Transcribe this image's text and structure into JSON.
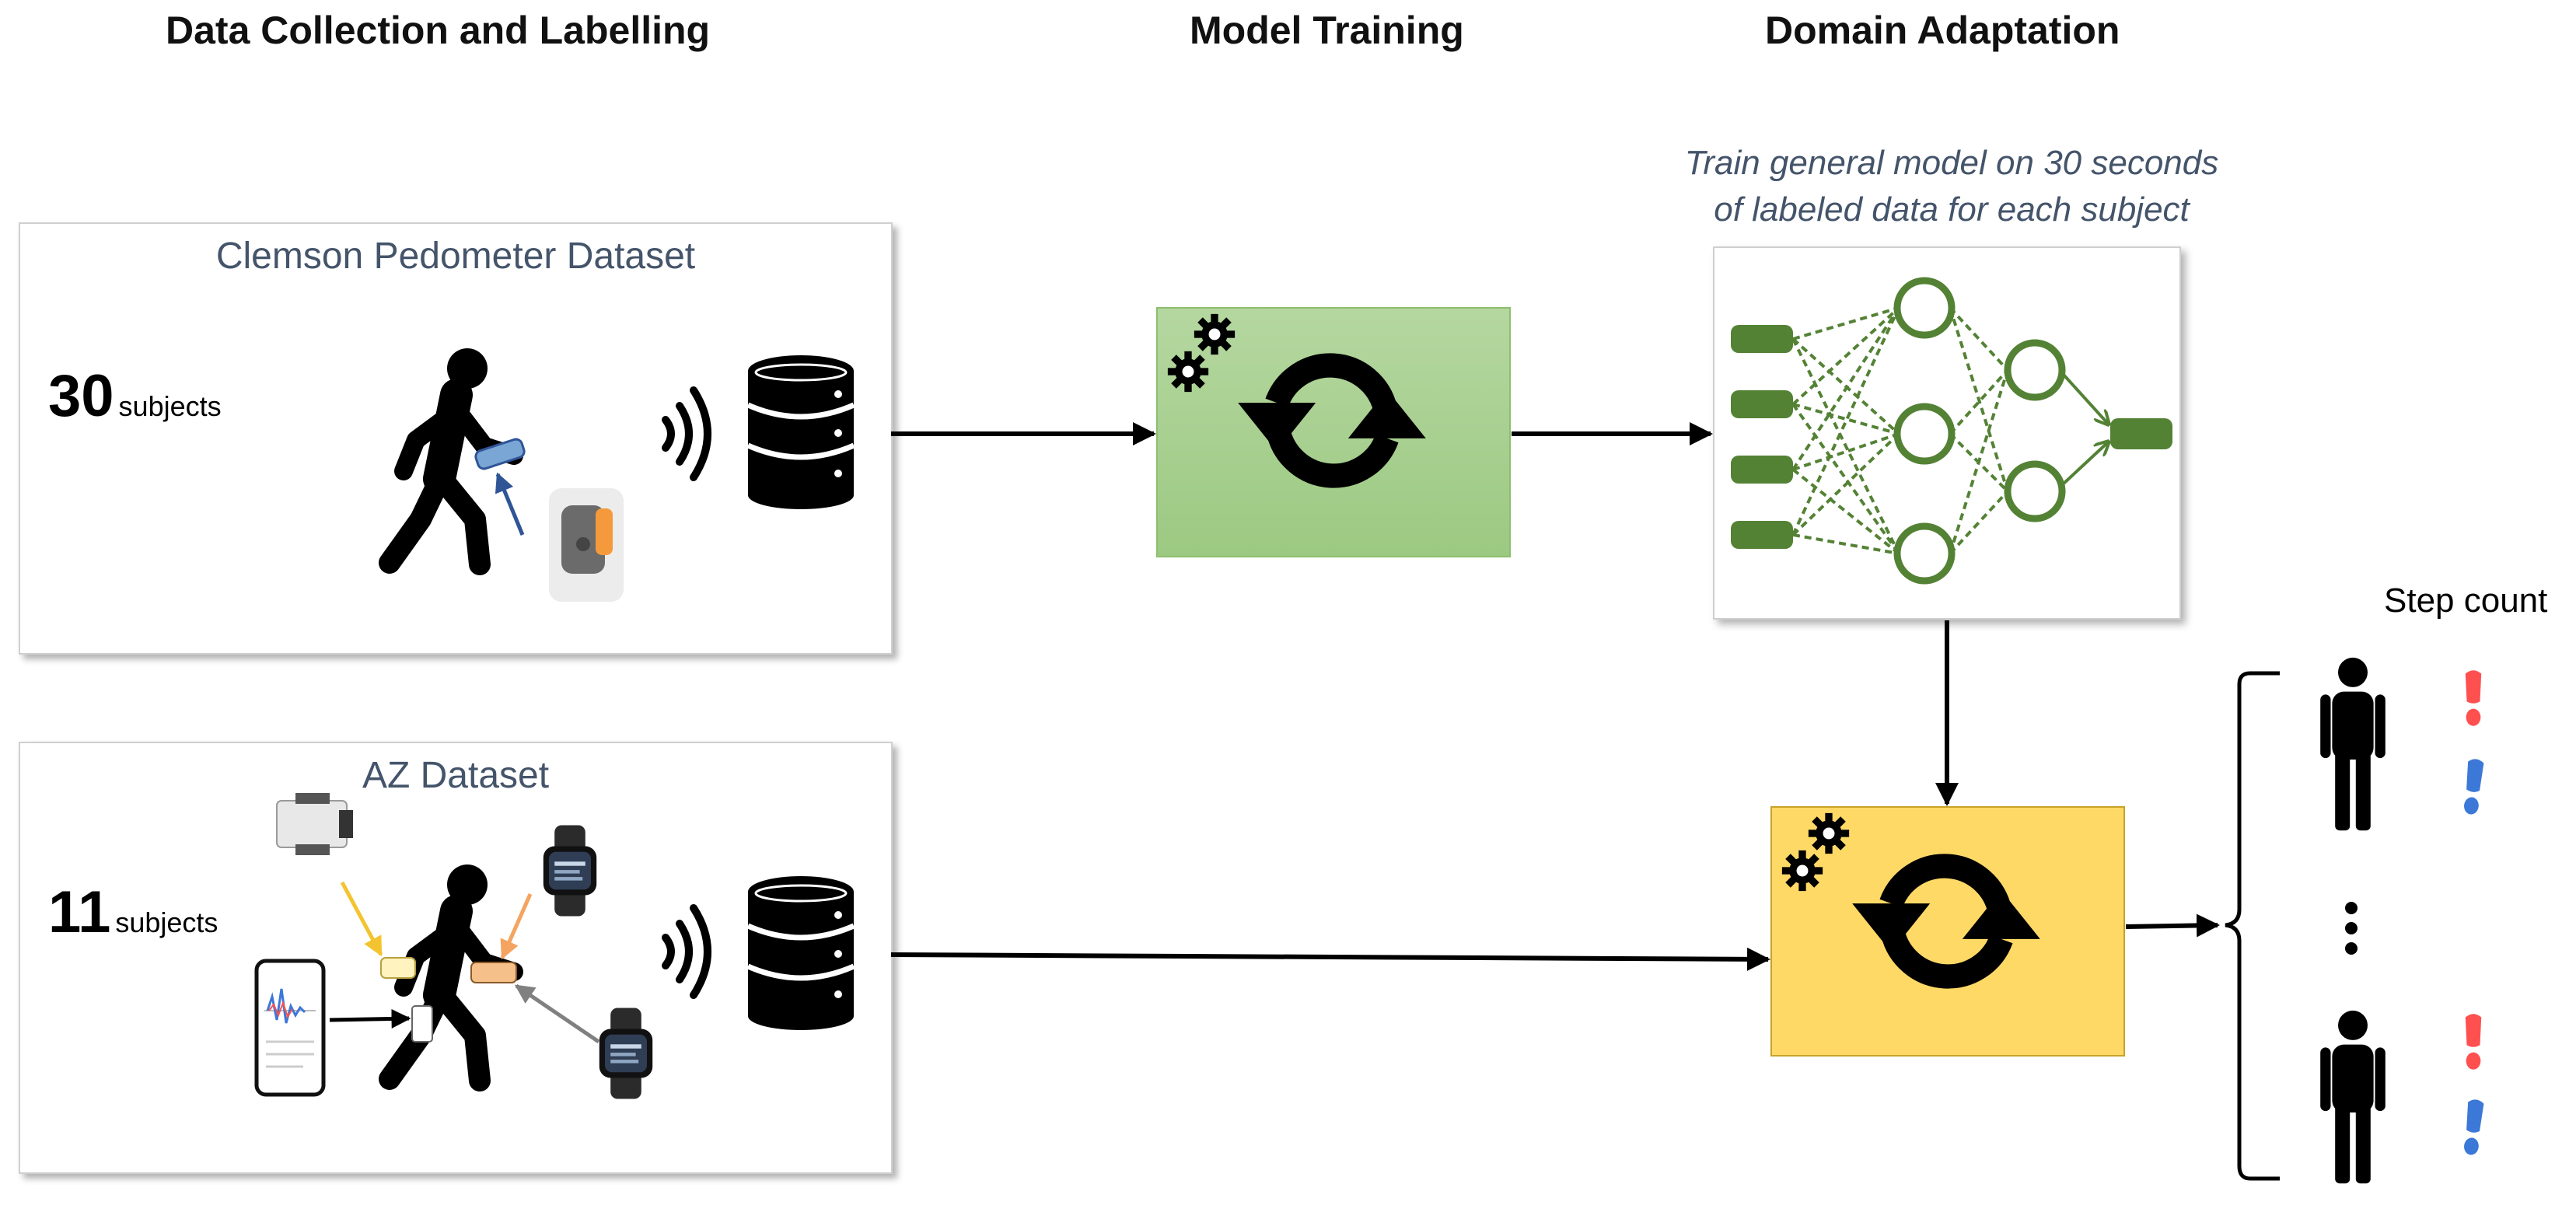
{
  "headings": {
    "data_collection": "Data Collection and Labelling",
    "model_training": "Model Training",
    "domain_adaptation": "Domain Adaptation"
  },
  "datasets": [
    {
      "title": "Clemson Pedometer Dataset",
      "count": "30",
      "unit": "subjects"
    },
    {
      "title": "AZ Dataset",
      "count": "11",
      "unit": "subjects"
    }
  ],
  "adaptation_caption": {
    "line1": "Train general model on 30 seconds",
    "line2": "of labeled data for each subject"
  },
  "output": {
    "label": "Step count"
  },
  "colors": {
    "panel_title": "#44546a",
    "training_box": "#a9d18e",
    "adaptation_box": "#ffd966",
    "network_green": "#548235",
    "footprint_red": "#ff5050",
    "footprint_blue": "#3c78d8",
    "arrow": "#000000"
  },
  "icons": [
    "walking-person-icon",
    "wireless-signal-icon",
    "database-icon",
    "gear-icon",
    "refresh-cycle-icon",
    "smartwatch-icon",
    "smartphone-icon",
    "standing-person-icon",
    "footprint-icon",
    "neural-network-icon"
  ]
}
